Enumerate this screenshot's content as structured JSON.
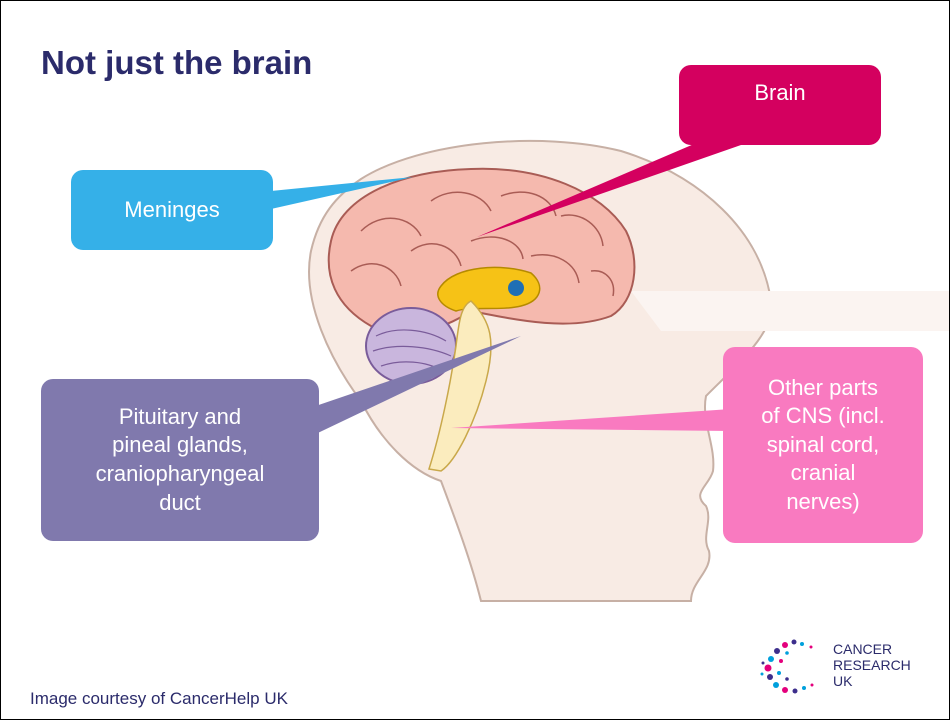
{
  "slide": {
    "title": "Not just the brain",
    "credit": "Image courtesy of CancerHelp UK"
  },
  "callouts": {
    "brain": "Brain",
    "meninges": "Meninges",
    "pituitary": "Pituitary and\npineal glands,\ncraniopharyngeal\nduct",
    "other_cns": "Other parts\nof CNS  (incl.\nspinal cord,\ncranial\nnerves)"
  },
  "logo": {
    "line1": "CANCER",
    "line2": "RESEARCH",
    "line3": "UK"
  },
  "colors": {
    "title": "#2b2b6b",
    "brain": "#d4005f",
    "meninges": "#35b0e8",
    "pituitary": "#8079ad",
    "other_cns": "#f97ac0"
  }
}
